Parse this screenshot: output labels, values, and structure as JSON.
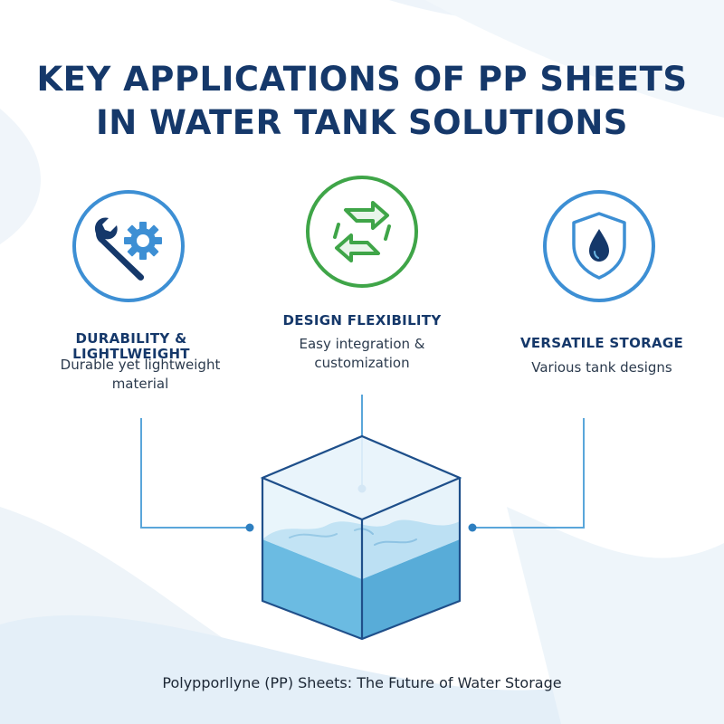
{
  "title": {
    "line1": "KEY APPLICATIONS OF PP SHEETS",
    "line2": "IN WATER TANK SOLUTIONS"
  },
  "features": [
    {
      "icon": "wrench-gear-icon",
      "title_line1": "DURABILITY &",
      "title_line2": "LIGHTLWEIGHT",
      "desc_line1": "Durable yet lightweight",
      "desc_line2": "material",
      "color": "#3d8fd4"
    },
    {
      "icon": "recycle-arrows-icon",
      "title": "DESIGN FLEXIBILITY",
      "desc_line1": "Easy integration &",
      "desc_line2": "customization",
      "color": "#3fa548"
    },
    {
      "icon": "shield-water-drop-icon",
      "title": "VERSATILE STORAGE",
      "desc": "Various tank designs",
      "color": "#3d8fd4"
    }
  ],
  "footer": "Polypporllyne (PP) Sheets: The Future of Water Storage",
  "colors": {
    "navy": "#15386a",
    "accent_blue": "#3d8fd4",
    "accent_green": "#3fa548",
    "water": "#5cb4dc",
    "connector": "#5aa6da"
  }
}
